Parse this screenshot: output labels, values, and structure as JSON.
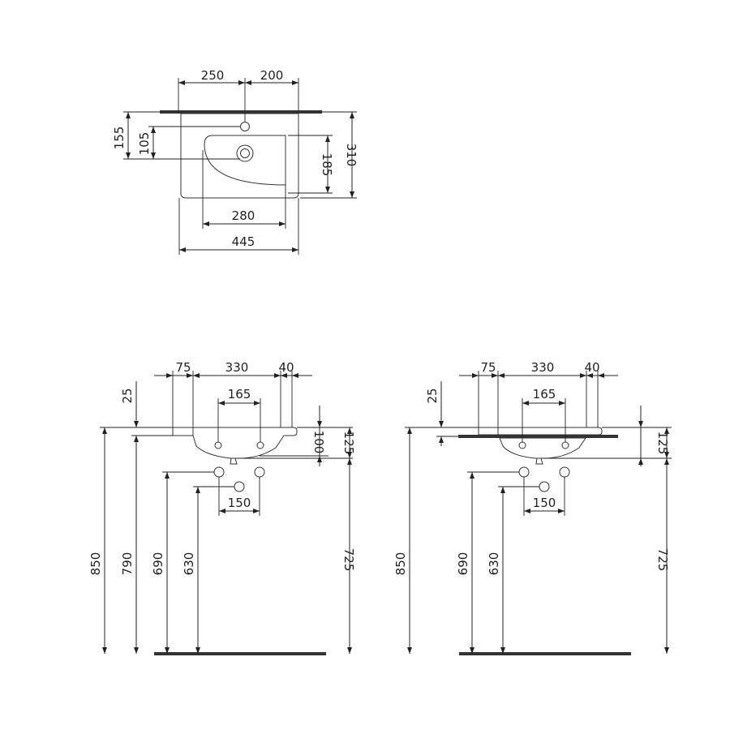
{
  "plan_view": {
    "dim_tap_left": "250",
    "dim_tap_right": "200",
    "dim_tap_depth": "155",
    "dim_waste_depth": "105",
    "dim_bowl_depth": "185",
    "dim_total_depth": "310",
    "dim_bowl_width": "280",
    "dim_total_width": "445"
  },
  "elevation_left": {
    "dim_left_edge": "75",
    "dim_bowl_width": "330",
    "dim_right_edge": "40",
    "dim_rim": "25",
    "dim_tap_centers": "165",
    "dim_basin_h1": "100",
    "dim_basin_h2": "125",
    "dim_supply_spacing": "150",
    "dim_height_850": "850",
    "dim_height_790": "790",
    "dim_height_690": "690",
    "dim_height_630": "630",
    "dim_height_725": "725"
  },
  "elevation_right": {
    "dim_left_edge": "75",
    "dim_bowl_width": "330",
    "dim_right_edge": "40",
    "dim_rim": "25",
    "dim_tap_centers": "165",
    "dim_basin_h2": "125",
    "dim_supply_spacing": "150",
    "dim_height_850": "850",
    "dim_height_690": "690",
    "dim_height_630": "630",
    "dim_height_725": "725"
  }
}
